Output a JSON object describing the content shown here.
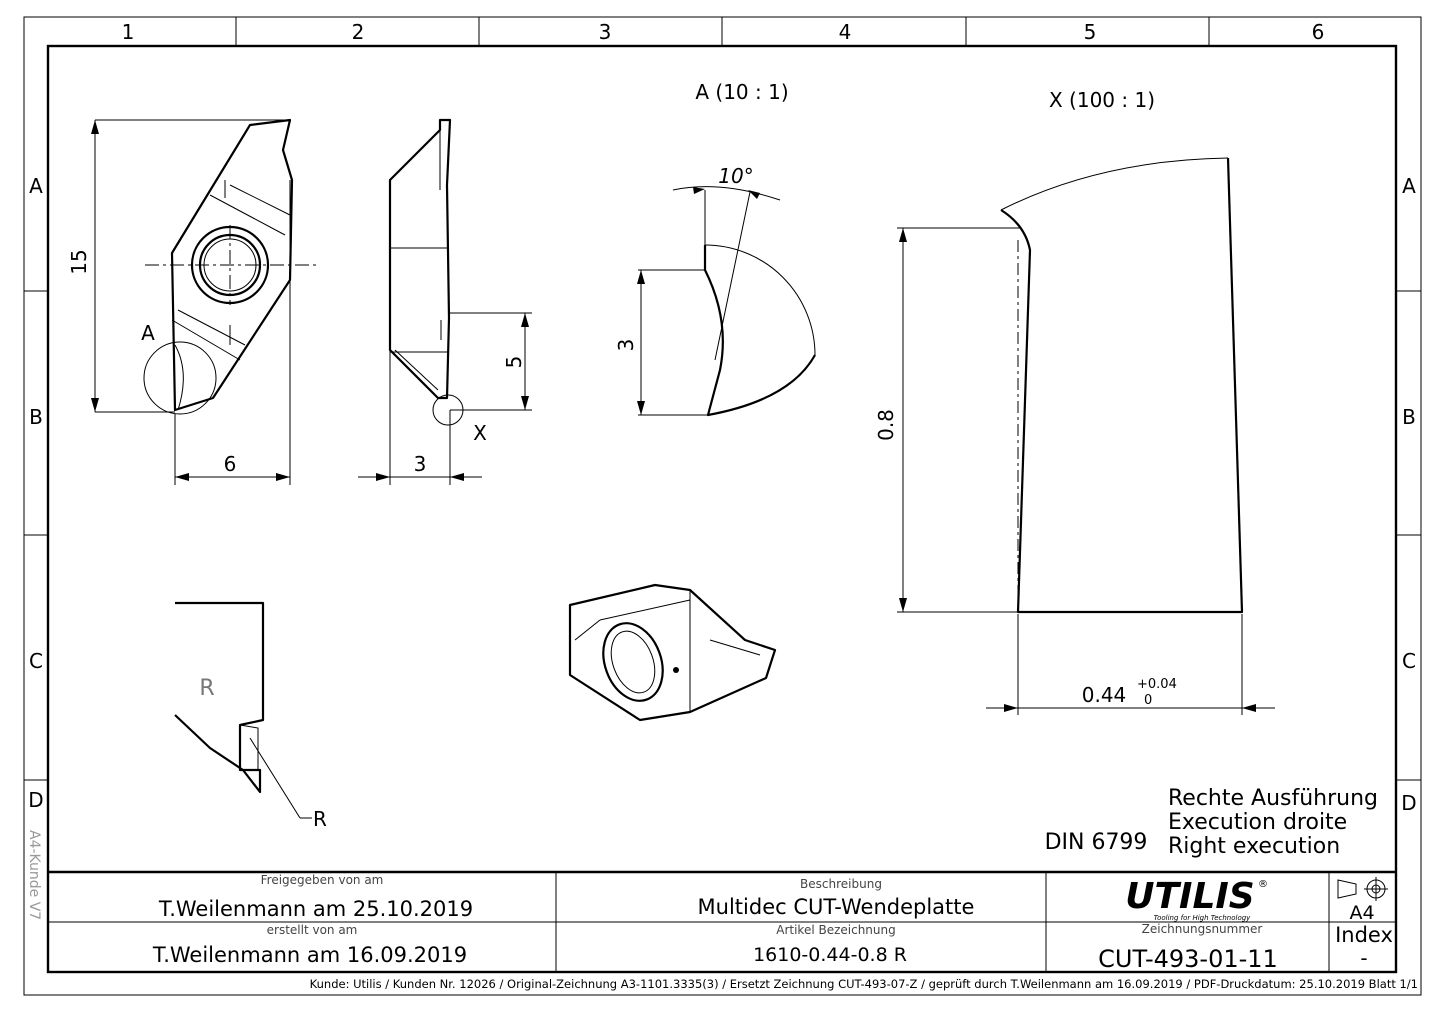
{
  "grid": {
    "columns": [
      "1",
      "2",
      "3",
      "4",
      "5",
      "6"
    ],
    "rows": [
      "A",
      "B",
      "C",
      "D"
    ]
  },
  "side_label": "A4-Kunde V7",
  "views": {
    "detail_a_title": "A (10 : 1)",
    "detail_x_title": "X (100 : 1)",
    "view_a_marker": "A",
    "view_x_marker": "X",
    "r_label": "R",
    "r_mark": "R"
  },
  "dimensions": {
    "height_15": "15",
    "width_6": "6",
    "width_3": "3",
    "height_5": "5",
    "detail_a_height": "3",
    "detail_a_angle": "10°",
    "detail_x_height": "0.8",
    "detail_x_width": "0.44",
    "tol_upper": "+0.04",
    "tol_lower": "0"
  },
  "notes": {
    "din": "DIN 6799",
    "execution_de": "Rechte Ausführung",
    "execution_fr": "Execution droite",
    "execution_en": "Right execution"
  },
  "title_block": {
    "released_label": "Freigegeben von am",
    "released_value": "T.Weilenmann am 25.10.2019",
    "created_label": "erstellt von am",
    "created_value": "T.Weilenmann am 16.09.2019",
    "description_label": "Beschreibung",
    "description_value": "Multidec CUT-Wendeplatte",
    "article_label": "Artikel Bezeichnung",
    "article_value": "1610-0.44-0.8 R",
    "drawing_number_label": "Zeichnungsnummer",
    "drawing_number_value": "CUT-493-01-11",
    "brand": "UTILIS",
    "brand_registered": "®",
    "brand_tagline": "Tooling for High Technology",
    "format": "A4",
    "index_label": "Index",
    "index_value": "-"
  },
  "footer": "Kunde: Utilis / Kunden Nr. 12026 /   Original-Zeichnung A3-1101.3335(3)     /     Ersetzt Zeichnung CUT-493-07-Z / geprüft durch T.Weilenmann am 16.09.2019 / PDF-Druckdatum: 25.10.2019  Blatt 1/1"
}
